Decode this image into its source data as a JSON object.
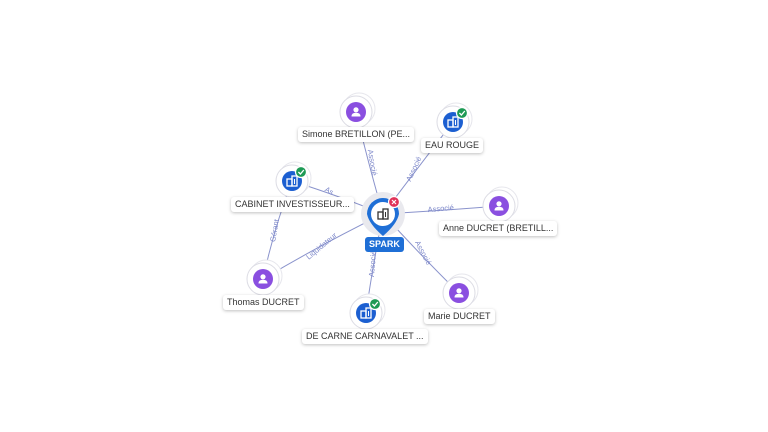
{
  "colors": {
    "person": "#8a4fe0",
    "company": "#1c5fd1",
    "center": "#1f6fd6",
    "edge": "#8a93cc",
    "check": "#1d9a55",
    "close": "#e0335a"
  },
  "center": {
    "label": "SPARK",
    "icon": "building-icon"
  },
  "nodes": [
    {
      "id": "simone",
      "label": "Simone BRETILLON (PE...",
      "type": "person",
      "icon": "person-icon"
    },
    {
      "id": "eau",
      "label": "EAU ROUGE",
      "type": "company",
      "icon": "building-icon",
      "verified": true
    },
    {
      "id": "cabinet",
      "label": "CABINET INVESTISSEUR...",
      "type": "company",
      "icon": "building-icon",
      "verified": true
    },
    {
      "id": "anne",
      "label": "Anne DUCRET (BRETILL...",
      "type": "person",
      "icon": "person-icon"
    },
    {
      "id": "thomas",
      "label": "Thomas DUCRET",
      "type": "person",
      "icon": "person-icon"
    },
    {
      "id": "marie",
      "label": "Marie DUCRET",
      "type": "person",
      "icon": "person-icon"
    },
    {
      "id": "decarne",
      "label": "DE CARNE CARNAVALET ...",
      "type": "company",
      "icon": "building-icon",
      "verified": true
    }
  ],
  "edges": [
    {
      "from": "simone",
      "to": "center",
      "label": "Associé"
    },
    {
      "from": "eau",
      "to": "center",
      "label": "Associé"
    },
    {
      "from": "cabinet",
      "to": "center",
      "label": "As"
    },
    {
      "from": "anne",
      "to": "center",
      "label": "Associé"
    },
    {
      "from": "thomas",
      "to": "center",
      "label": "Liquidateur"
    },
    {
      "from": "marie",
      "to": "center",
      "label": "Associé"
    },
    {
      "from": "decarne",
      "to": "center",
      "label": "Associé"
    },
    {
      "from": "thomas",
      "to": "cabinet",
      "label": "Gérant"
    }
  ]
}
